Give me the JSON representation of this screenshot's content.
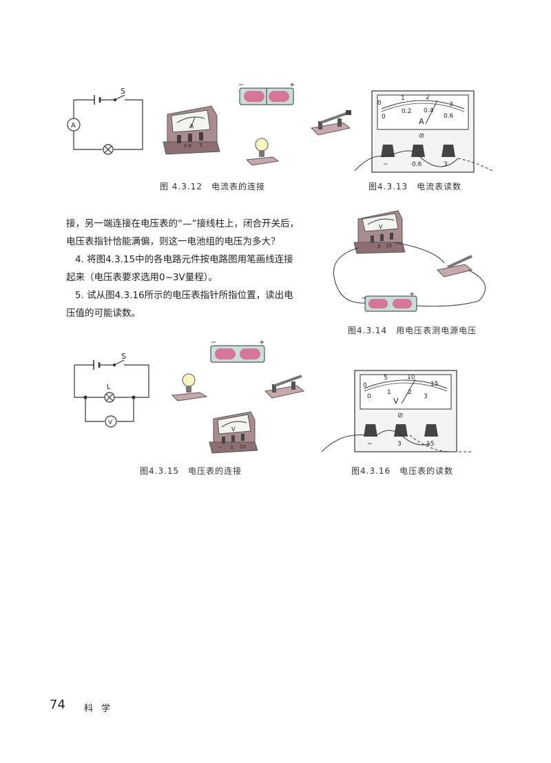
{
  "figures": {
    "f12": {
      "caption": "图 4.3.12　电流表的连接",
      "switch_label": "S",
      "ammeter_symbol": "A",
      "ammeter_face": "A",
      "terminals": [
        "0.6",
        "3"
      ],
      "battery_minus": "−",
      "battery_plus": "+"
    },
    "f13": {
      "caption": "图4.3.13　电流表读数",
      "scale_top": [
        "0",
        "1",
        "2",
        "3"
      ],
      "scale_bottom": [
        "0",
        "0.2",
        "0.4",
        "0.6"
      ],
      "unit": "A",
      "terminals": [
        "−",
        "0.6",
        "3"
      ],
      "zero_adjust": "⊘"
    },
    "f14": {
      "caption": "图4.3.14　用电压表测电源电压",
      "meter_face": "V",
      "terminals": [
        "3",
        "15"
      ],
      "battery_minus": "−",
      "battery_plus": "+"
    },
    "f15": {
      "caption": "图4.3.15　电压表的连接",
      "switch_label": "S",
      "lamp_label": "L",
      "voltmeter_symbol": "V",
      "meter_face": "V",
      "terminals": [
        "−",
        "3",
        "15"
      ],
      "battery_minus": "−",
      "battery_plus": "+"
    },
    "f16": {
      "caption": "图4.3.16　电压表的读数",
      "scale_top": [
        "0",
        "5",
        "10",
        "15"
      ],
      "scale_bottom": [
        "0",
        "1",
        "2",
        "3"
      ],
      "unit": "V",
      "terminals": [
        "−",
        "3",
        "15"
      ],
      "zero_adjust": "⊘"
    }
  },
  "text": {
    "line1": "接，另一端连接在电压表的“—”接线柱上，闭合开关后，",
    "line2": "电压表指针恰能满偏，则这一电池组的电压为多大？",
    "line3": "4. 将图4.3.15中的各电路元件按电路图用笔画线连接",
    "line4": "起来（电压表要求选用0~3V量程）。",
    "line5": "5. 试从图4.3.16所示的电压表指针所指位置，读出电",
    "line6": "压值的可能读数。"
  },
  "footer": {
    "page_number": "74",
    "subject": "科 学"
  },
  "colors": {
    "meter_body": "#a88c8e",
    "meter_dark": "#6e5256",
    "battery": "#c6dfd8",
    "battery_pink": "#d85a8a",
    "base": "#c9a8ac",
    "line": "#333333"
  }
}
